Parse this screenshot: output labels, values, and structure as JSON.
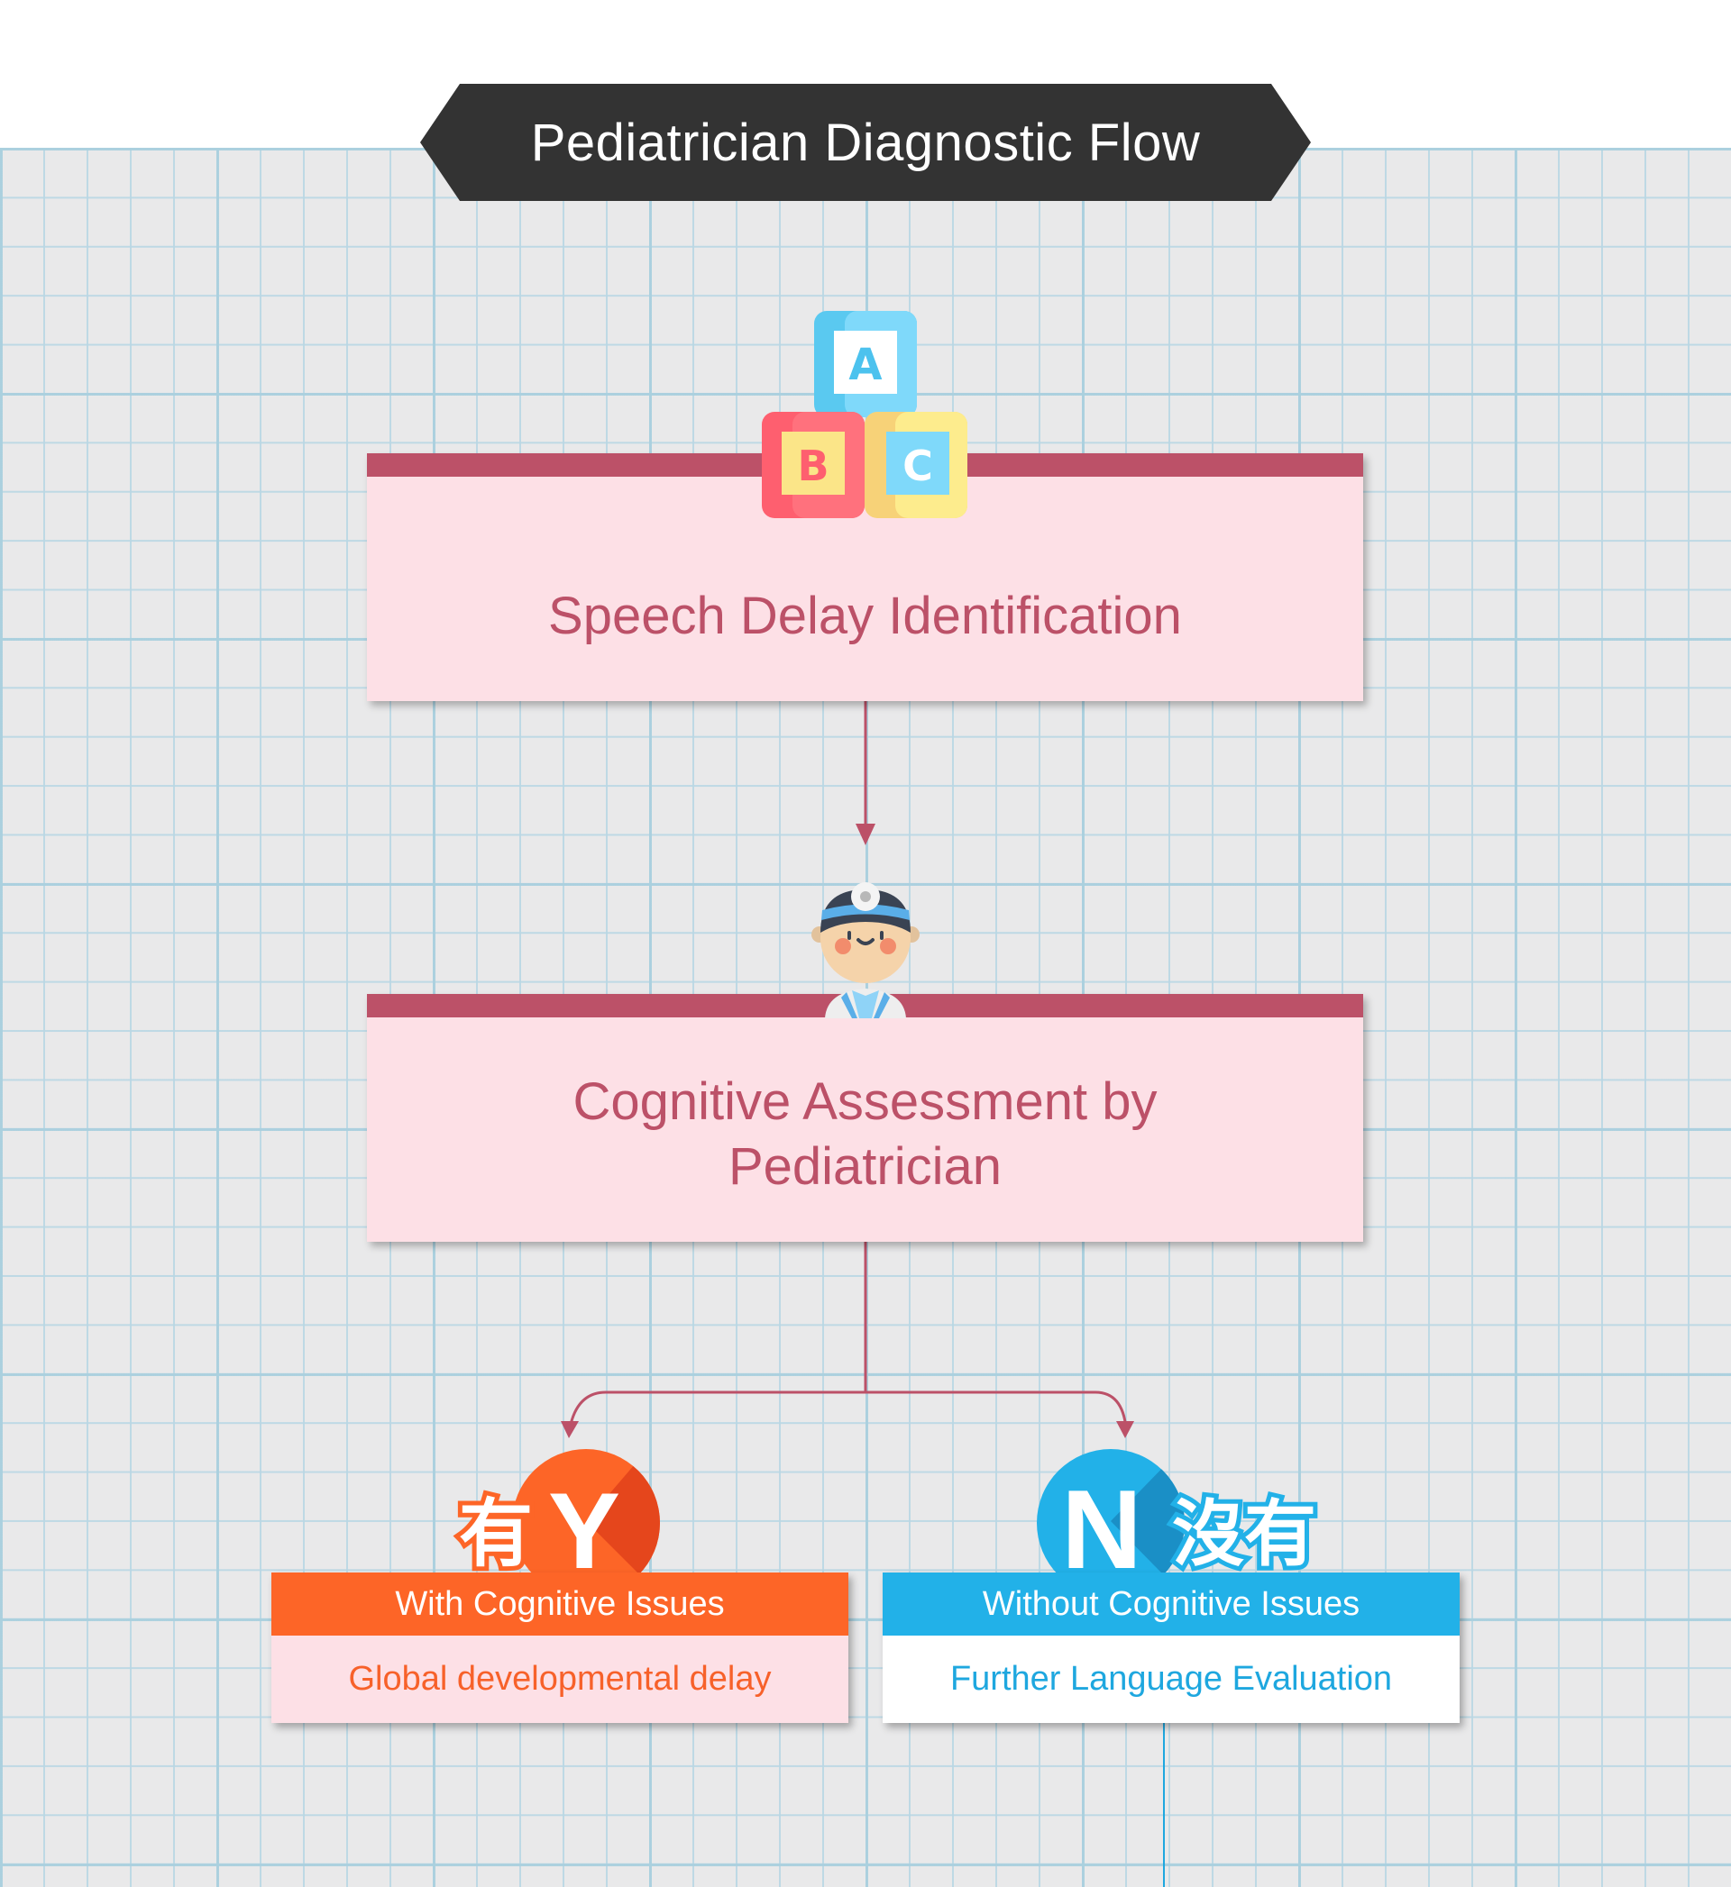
{
  "title": "Pediatrician Diagnostic Flow",
  "nodes": {
    "speech_delay": {
      "label": "Speech Delay Identification",
      "icon": "abc-blocks-icon"
    },
    "cognitive_assessment": {
      "label": "Cognitive Assessment by Pediatrician",
      "icon": "doctor-icon"
    }
  },
  "branches": {
    "yes": {
      "badge_letter": "Y",
      "badge_text": "有",
      "header": "With Cognitive Issues",
      "outcome": "Global developmental delay",
      "color": "#fd6527"
    },
    "no": {
      "badge_letter": "N",
      "badge_text": "沒有",
      "header": "Without Cognitive Issues",
      "outcome": "Further Language Evaluation",
      "color": "#22b1e8"
    }
  },
  "colors": {
    "node_accent": "#bc5168",
    "node_fill": "#fde0e6",
    "title_fill": "#333333",
    "grid_line": "#aad0de",
    "grid_fill": "#e9e9ea"
  },
  "icons": {
    "abc_letters": [
      "A",
      "B",
      "C"
    ]
  }
}
